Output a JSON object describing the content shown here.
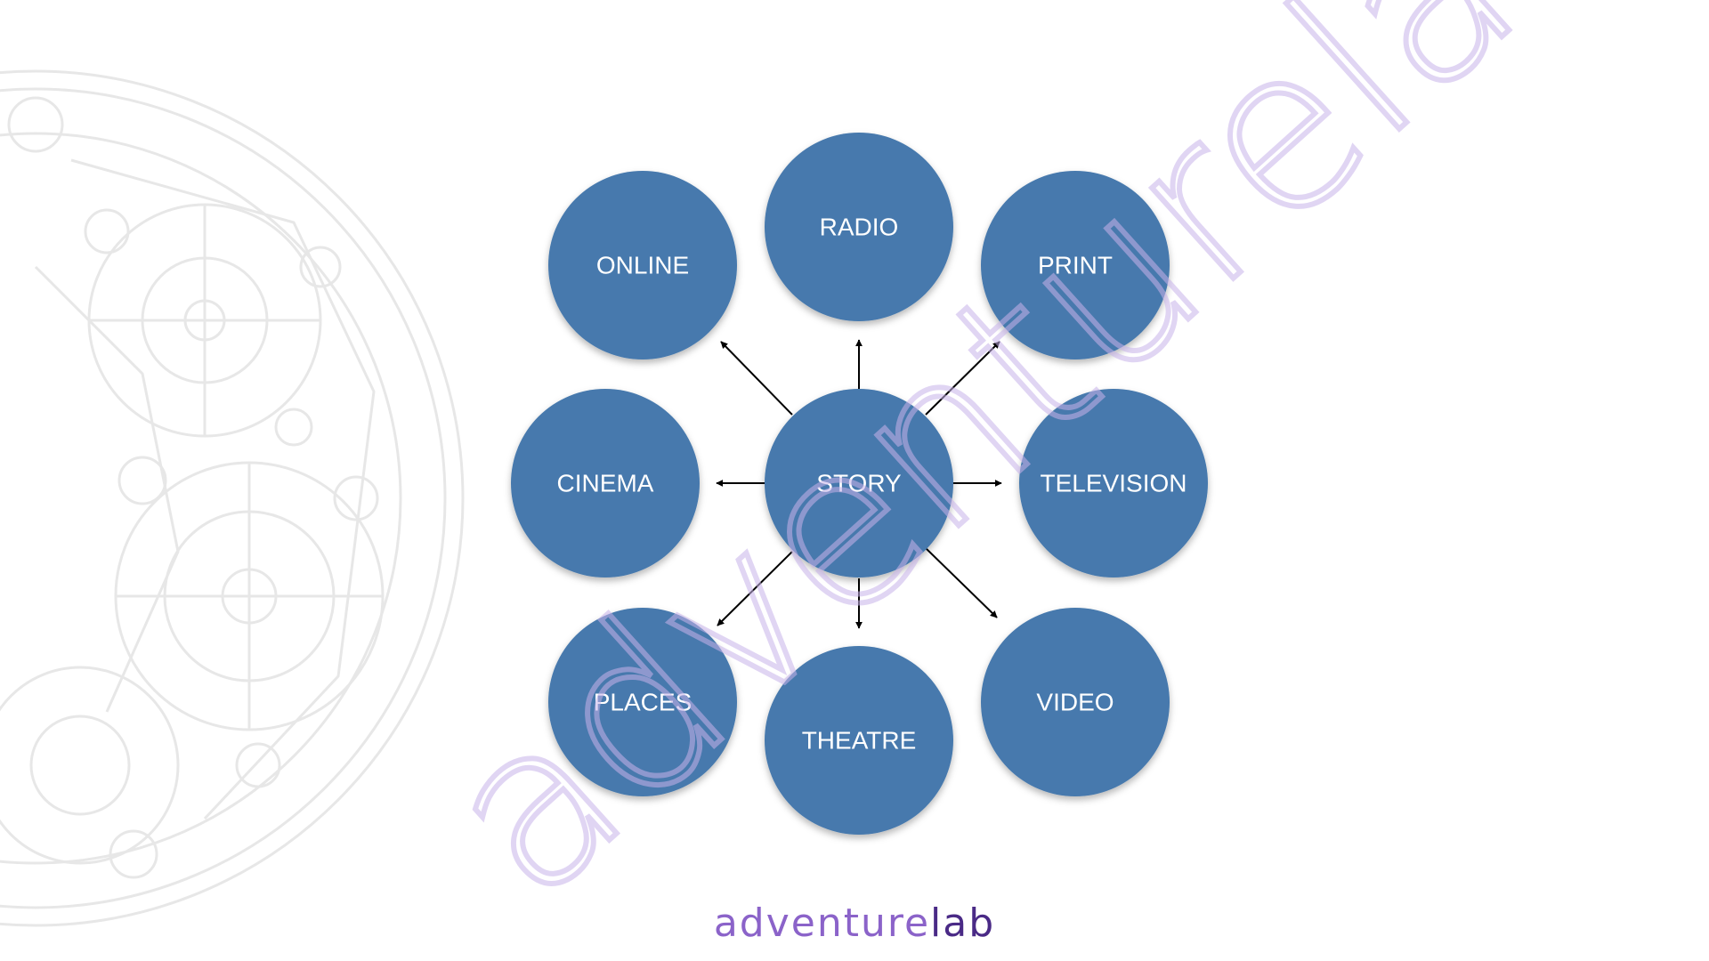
{
  "diagram": {
    "center": {
      "id": "story",
      "label": "STORY"
    },
    "nodes": [
      {
        "id": "online",
        "label": "ONLINE"
      },
      {
        "id": "radio",
        "label": "RADIO"
      },
      {
        "id": "print",
        "label": "PRINT"
      },
      {
        "id": "cinema",
        "label": "CINEMA"
      },
      {
        "id": "television",
        "label": "TELEVISION"
      },
      {
        "id": "places",
        "label": "PLACES"
      },
      {
        "id": "theatre",
        "label": "THEATRE"
      },
      {
        "id": "video",
        "label": "VIDEO"
      }
    ],
    "edges": [
      {
        "from": "story",
        "to": "online"
      },
      {
        "from": "story",
        "to": "radio"
      },
      {
        "from": "story",
        "to": "print"
      },
      {
        "from": "story",
        "to": "cinema"
      },
      {
        "from": "story",
        "to": "television"
      },
      {
        "from": "story",
        "to": "places"
      },
      {
        "from": "story",
        "to": "theatre"
      },
      {
        "from": "story",
        "to": "video"
      }
    ],
    "node_color": "#4679ad",
    "label_color": "#ffffff",
    "arrow_color": "#000000"
  },
  "watermark": {
    "text": "adventurelab",
    "color": "#c8b3ea"
  },
  "footer": {
    "logo_part_1": "adventure",
    "logo_part_2": "lab",
    "logo_color_1": "#8b63c9",
    "logo_color_2": "#4a2a86"
  },
  "decoration": {
    "icon": "clockwork-gear-icon",
    "color": "#e7e7e7"
  }
}
